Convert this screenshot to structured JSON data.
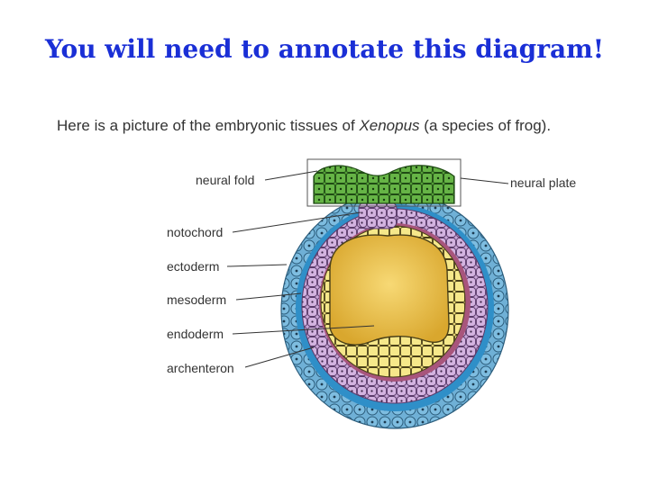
{
  "title": "You will need to annotate this diagram!",
  "subtitle": {
    "before": "Here is a picture of the embryonic tissues of ",
    "species": "Xenopus",
    "after": " (a species of frog)."
  },
  "labels": {
    "neural_fold": "neural fold",
    "neural_plate": "neural plate",
    "notochord": "notochord",
    "ectoderm": "ectoderm",
    "mesoderm": "mesoderm",
    "endoderm": "endoderm",
    "archenteron": "archenteron"
  },
  "colors": {
    "title": "#1a2fd6",
    "neural_tissue": "#5aa83c",
    "ectoderm_outer": "#5ea6cf",
    "ectoderm_inner": "#2f8fc8",
    "mesoderm": "#c8a3d6",
    "mesoderm_band": "#b06a8a",
    "endoderm": "#f2e06a",
    "archenteron": "#e6b840"
  }
}
